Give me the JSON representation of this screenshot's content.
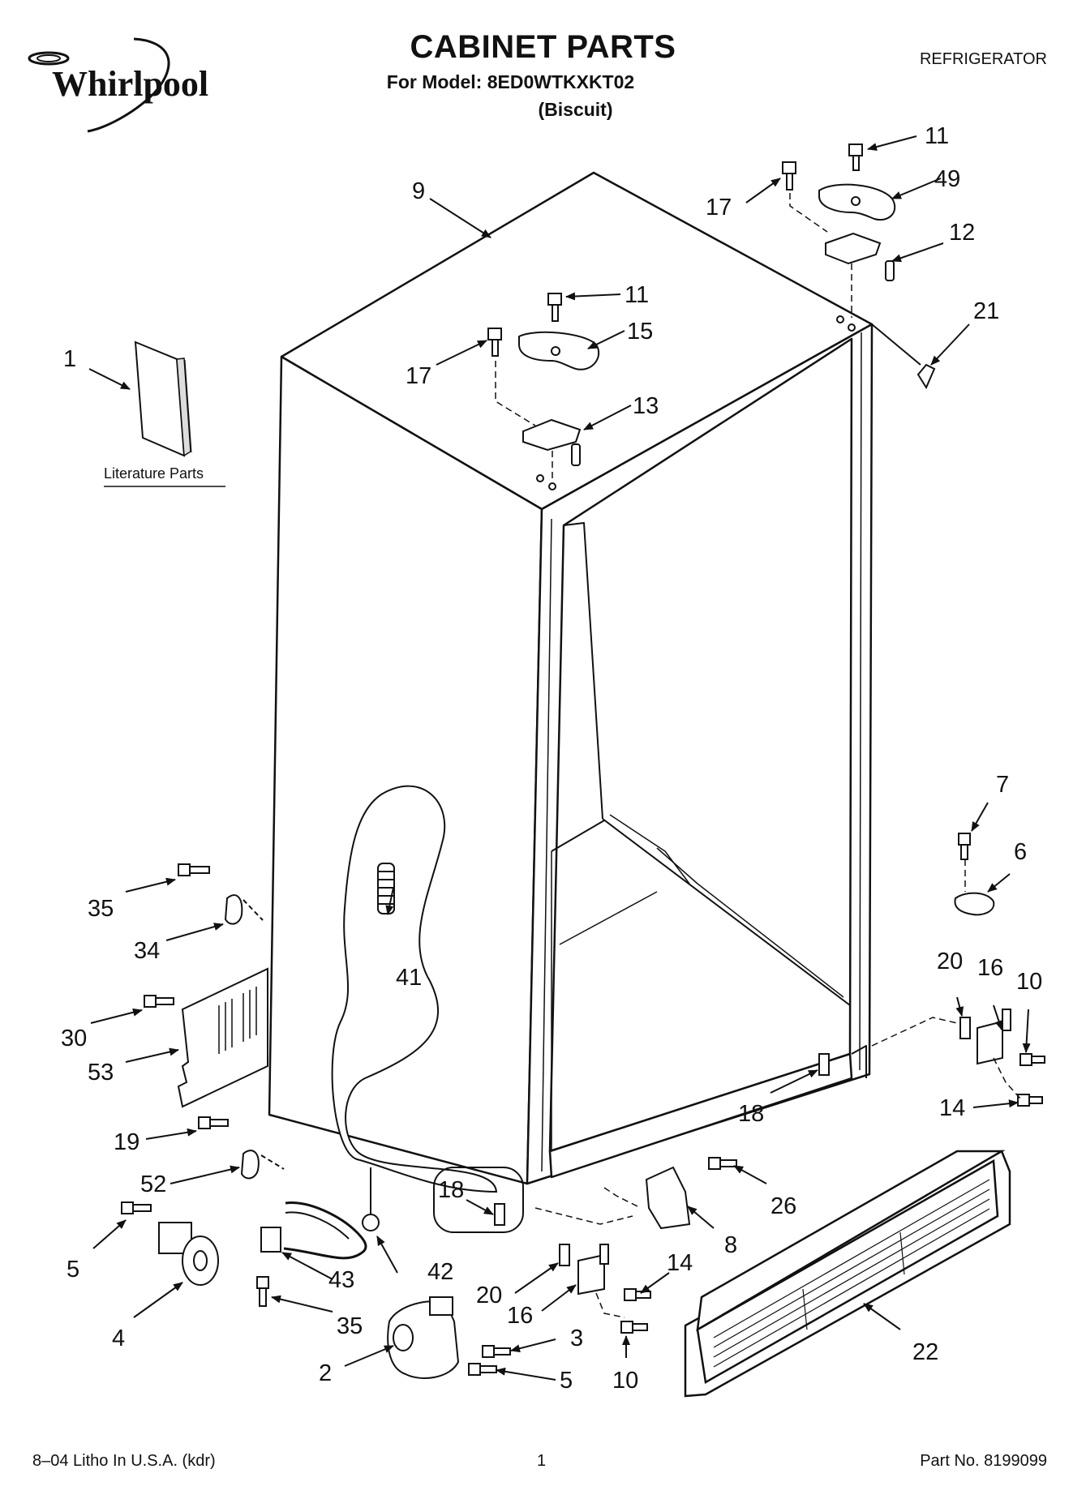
{
  "header": {
    "brand": "Whirlpool",
    "title": "CABINET PARTS",
    "model_line": "For Model: 8ED0WTKXKT02",
    "variant": "(Biscuit)",
    "category": "REFRIGERATOR"
  },
  "diagram": {
    "literature_label": "Literature Parts",
    "callouts": [
      {
        "id": "c1",
        "text": "1"
      },
      {
        "id": "c2",
        "text": "2"
      },
      {
        "id": "c3",
        "text": "3"
      },
      {
        "id": "c4",
        "text": "4"
      },
      {
        "id": "c5a",
        "text": "5"
      },
      {
        "id": "c5b",
        "text": "5"
      },
      {
        "id": "c6",
        "text": "6"
      },
      {
        "id": "c7",
        "text": "7"
      },
      {
        "id": "c8",
        "text": "8"
      },
      {
        "id": "c9",
        "text": "9"
      },
      {
        "id": "c10a",
        "text": "10"
      },
      {
        "id": "c10b",
        "text": "10"
      },
      {
        "id": "c11a",
        "text": "11"
      },
      {
        "id": "c11b",
        "text": "11"
      },
      {
        "id": "c12",
        "text": "12"
      },
      {
        "id": "c13",
        "text": "13"
      },
      {
        "id": "c14a",
        "text": "14"
      },
      {
        "id": "c14b",
        "text": "14"
      },
      {
        "id": "c15",
        "text": "15"
      },
      {
        "id": "c16a",
        "text": "16"
      },
      {
        "id": "c16b",
        "text": "16"
      },
      {
        "id": "c17a",
        "text": "17"
      },
      {
        "id": "c17b",
        "text": "17"
      },
      {
        "id": "c18a",
        "text": "18"
      },
      {
        "id": "c18b",
        "text": "18"
      },
      {
        "id": "c19",
        "text": "19"
      },
      {
        "id": "c20a",
        "text": "20"
      },
      {
        "id": "c20b",
        "text": "20"
      },
      {
        "id": "c21",
        "text": "21"
      },
      {
        "id": "c22",
        "text": "22"
      },
      {
        "id": "c26",
        "text": "26"
      },
      {
        "id": "c30",
        "text": "30"
      },
      {
        "id": "c34",
        "text": "34"
      },
      {
        "id": "c35a",
        "text": "35"
      },
      {
        "id": "c35b",
        "text": "35"
      },
      {
        "id": "c41",
        "text": "41"
      },
      {
        "id": "c42",
        "text": "42"
      },
      {
        "id": "c43",
        "text": "43"
      },
      {
        "id": "c49",
        "text": "49"
      },
      {
        "id": "c52",
        "text": "52"
      },
      {
        "id": "c53",
        "text": "53"
      }
    ]
  },
  "footer": {
    "left": "8–04 Litho In U.S.A. (kdr)",
    "page": "1",
    "right": "Part No. 8199099"
  }
}
